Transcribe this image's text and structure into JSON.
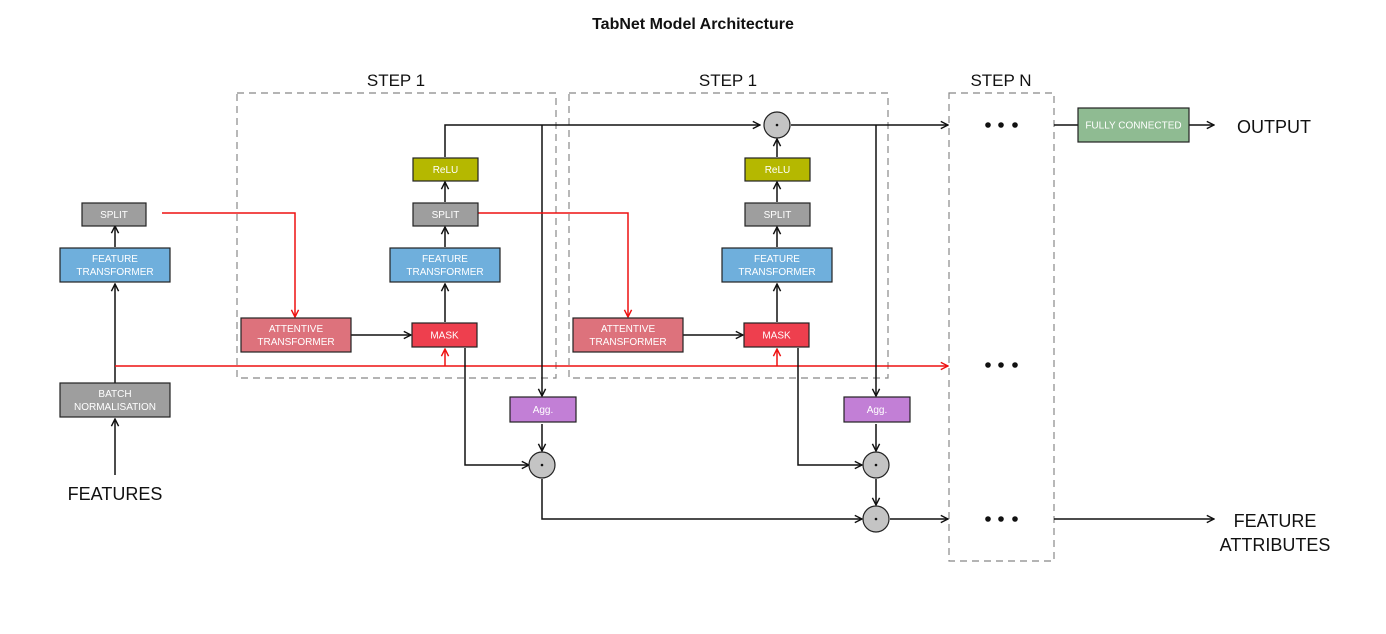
{
  "title": "TabNet Model Architecture",
  "steps": [
    {
      "label": "STEP 1"
    },
    {
      "label": "STEP 1"
    },
    {
      "label": "STEP N"
    }
  ],
  "inputs": {
    "features": "FEATURES"
  },
  "outputs": {
    "output": "OUTPUT",
    "feature_attributes_line1": "FEATURE",
    "feature_attributes_line2": "ATTRIBUTES"
  },
  "blocks": {
    "batch_norm": [
      "BATCH",
      "NORMALISATION"
    ],
    "feature_transformer": [
      "FEATURE",
      "TRANSFORMER"
    ],
    "split": [
      "SPLIT"
    ],
    "attentive_transformer": [
      "ATTENTIVE",
      "TRANSFORMER"
    ],
    "mask": [
      "MASK"
    ],
    "relu": [
      "ReLU"
    ],
    "agg": [
      "Agg."
    ],
    "fully_connected": [
      "FULLY CONNECTED"
    ]
  },
  "operators": {
    "product": "·"
  },
  "ellipsis": "• • •",
  "colors": {
    "split": "#9e9e9e",
    "batch_norm": "#9e9e9e",
    "feature_transformer": "#6fafdc",
    "attentive_transformer": "#dd727c",
    "mask": "#ee3f4e",
    "relu": "#b5b800",
    "agg": "#c27fd6",
    "fully_connected": "#8fbb92",
    "operator": "#c4c4c4",
    "arrow_black": "#111111",
    "arrow_red": "#ee1111",
    "dashed_border": "#888888"
  }
}
